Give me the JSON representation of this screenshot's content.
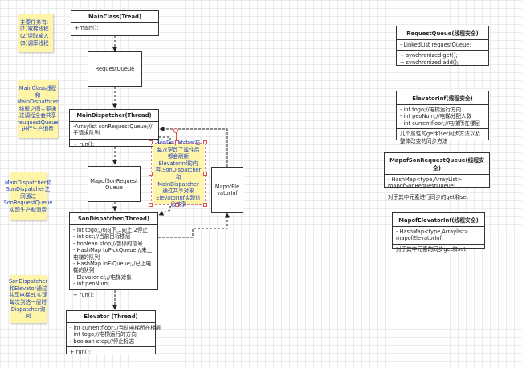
{
  "notes": {
    "main_tasks": "主要任务有:\n(1)電梯线程\n(2)读取输入\n(3)调率线程",
    "main_class_note": "MainClass线程和MainDispathcer线程之间主要通过调程全会共享reuquestQueue进行生产消费",
    "main_son_note": "MainDispatcher和SonDispatcher之间通过SonRequestQueue实现生产和消费",
    "son_elevator_note": "SonDispatcher和Elevator通过共享电梯ei,实现每次到达一层时Dispatcher询问",
    "shared_note": "SonDispatcher在每次更改了属性后都会刷新ElevatorInf的内容,SonDispatcher和MainDispatcher通过共享对象ElevatorInf实现信息共享"
  },
  "boxes": {
    "main_class": {
      "title": "MainClass(Tread)",
      "methods": "+main();"
    },
    "request_queue_plain": {
      "label": "RequestQueue"
    },
    "main_dispatcher": {
      "title": "MainDispatcher(Thread)",
      "attrs": "-Arraylist sonRequestQueue;//子请求队列",
      "methods": "+ run();"
    },
    "mapof_son_request_queue_plain": {
      "label": "MapofSonRequestQueue"
    },
    "mapof_elevator_inf_plain": {
      "label": "MapofElevatorInf"
    },
    "son_dispatcher": {
      "title": "SonDispatcher(Thread)",
      "attrs": [
        "- int togo;//0向下,1向上,2停止",
        "- int dst;//当前目标楼层",
        "- boolean stop;//暂停的信号",
        "- HashMap toPickQueue;//未上电梯的队列",
        "- HashMap inElQueue;//已上电梯的队列",
        "- Elevator el;//电梯对象",
        "- int peoNum;"
      ],
      "methods": "+ run();"
    },
    "elevator": {
      "title": "Elevator (Thread)",
      "attrs": [
        "- int currentfloor;//当前电梯所在楼层",
        "- int togo;//电梯运行的方向",
        "- boolean stop;//停止标志"
      ],
      "methods": "+ run();"
    },
    "request_queue": {
      "title": "RequestQueue(线程安全)",
      "attrs": "- LinkedList requestQueue;",
      "methods": [
        "+ synchronized get();",
        "+ synchronized add();"
      ]
    },
    "elevator_inf": {
      "title": "ElevatorInf(线程安全)",
      "attrs": [
        "- int togo;//电梯运行方向",
        "- int peoNum;//电梯分配人数",
        "- int currentfloor;//电梯所在楼层"
      ],
      "methods": "几个属性的get和set同步方法以及整体改变的同步方法"
    },
    "mapof_son_request_queue": {
      "title": "MapofSonRequestQueue(线程安全)",
      "attrs": [
        "- HashMap<type,ArrayList> mapofSonRequestQueue;"
      ],
      "methods": "对于其中元素进行同步的get和set"
    },
    "mapof_elevator_inf": {
      "title": "MapofElevatorInf(线程安全)",
      "attrs": [
        "- HashMap<type,Arraylist> mapofElevatorInf;"
      ],
      "methods": "对于其中元素的同步get和set"
    }
  },
  "colors": {
    "note_bg": "#fff5a8",
    "note_text": "#1f3fbf",
    "handle": "#d9534f",
    "selection": "#e07a7a"
  }
}
